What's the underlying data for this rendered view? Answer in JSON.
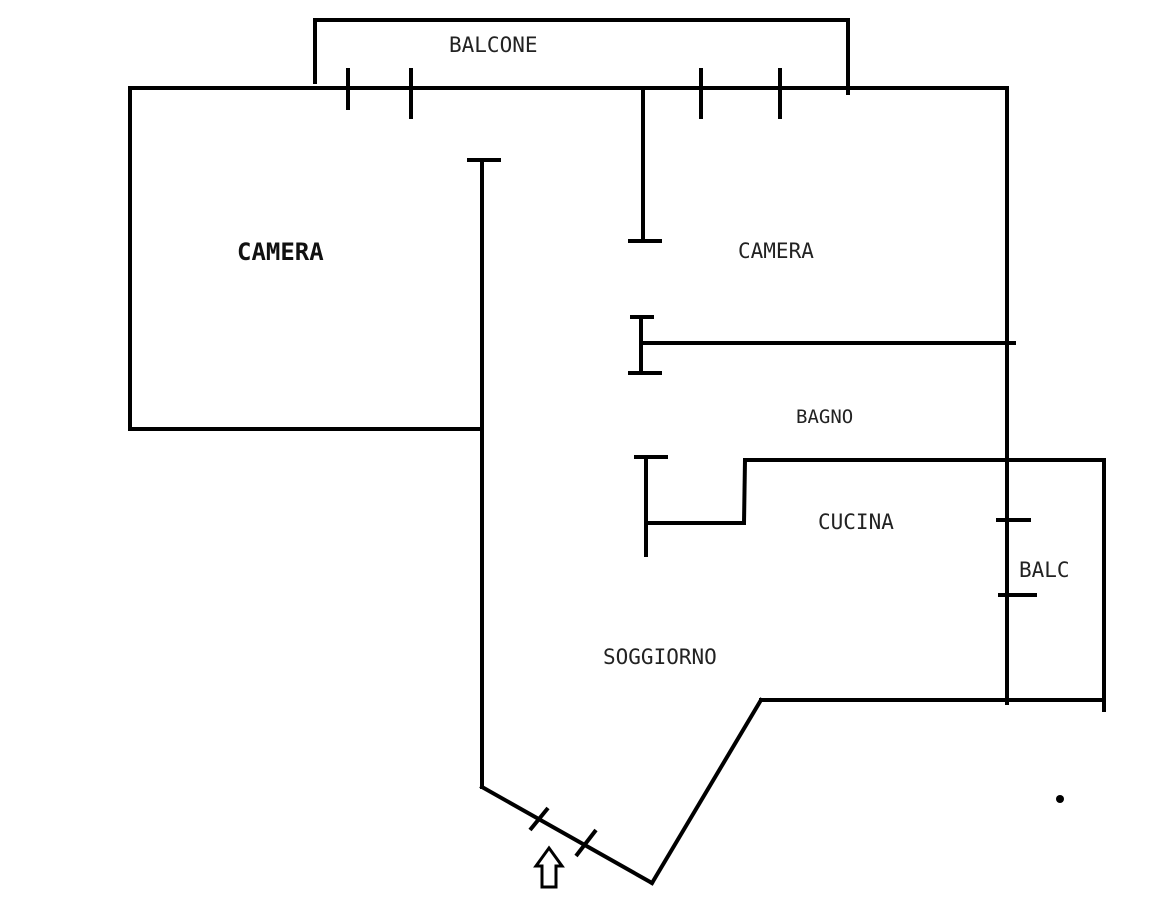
{
  "floorplan": {
    "rooms": {
      "balcony_top": "BALCONE",
      "bedroom_left": "CAMERA",
      "bedroom_right": "CAMERA",
      "bathroom": "BAGNO",
      "kitchen": "CUCINA",
      "balcony_side": "BALC",
      "living_room": "SOGGIORNO"
    },
    "icons": {
      "entrance": "entrance-arrow-icon"
    },
    "colors": {
      "wall": "#000000",
      "background": "#ffffff",
      "text": "#222222"
    }
  }
}
